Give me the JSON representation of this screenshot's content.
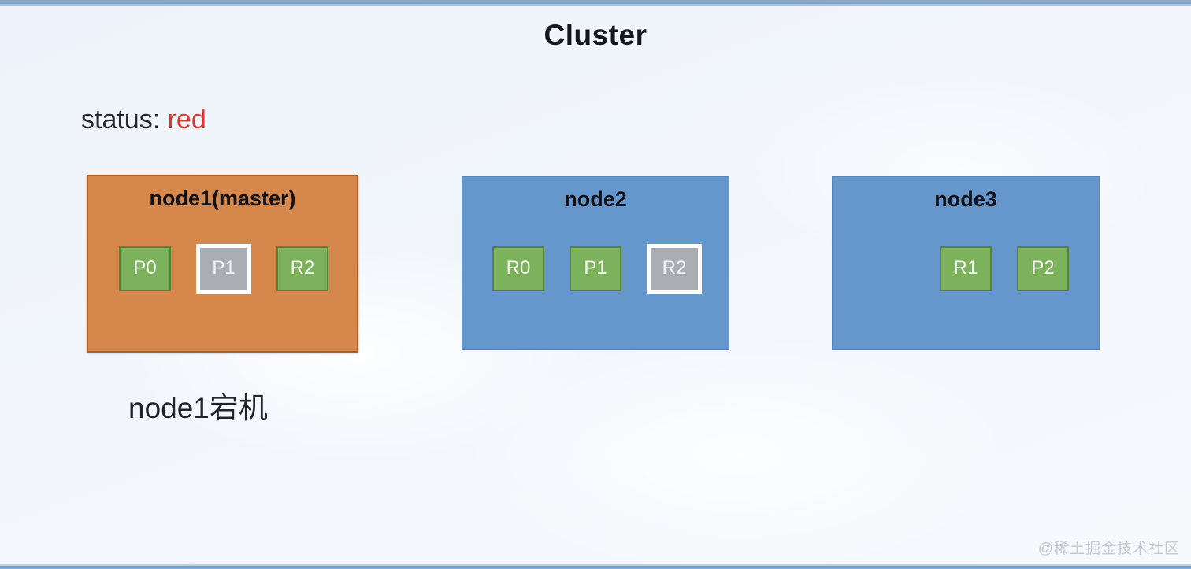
{
  "diagram": {
    "title": "Cluster",
    "status": {
      "label": "status: ",
      "value": "red",
      "value_color": "#de3730"
    },
    "caption": "node1宕机",
    "watermark": "@稀土掘金技术社区"
  },
  "nodes": [
    {
      "name": "node1(master)",
      "role": "master",
      "state": "down",
      "fill_color": "#d6874b",
      "border_color": "#a8622e",
      "shards": [
        {
          "label": "P0",
          "state": "ok"
        },
        {
          "label": "P1",
          "state": "failed"
        },
        {
          "label": "R2",
          "state": "ok"
        }
      ]
    },
    {
      "name": "node2",
      "role": "data",
      "state": "up",
      "fill_color": "#6597cd",
      "border_color": "#5886b8",
      "shards": [
        {
          "label": "R0",
          "state": "ok"
        },
        {
          "label": "P1",
          "state": "ok"
        },
        {
          "label": "R2",
          "state": "failed"
        }
      ]
    },
    {
      "name": "node3",
      "role": "data",
      "state": "up",
      "fill_color": "#6597cd",
      "border_color": "#5886b8",
      "shards": [
        {
          "label": "",
          "state": "empty"
        },
        {
          "label": "R1",
          "state": "ok"
        },
        {
          "label": "P2",
          "state": "ok"
        }
      ]
    }
  ],
  "shard_colors": {
    "ok_fill": "#7bb25b",
    "ok_border": "#578437",
    "failed_fill": "#acacb4",
    "failed_border": "#ffffff"
  }
}
